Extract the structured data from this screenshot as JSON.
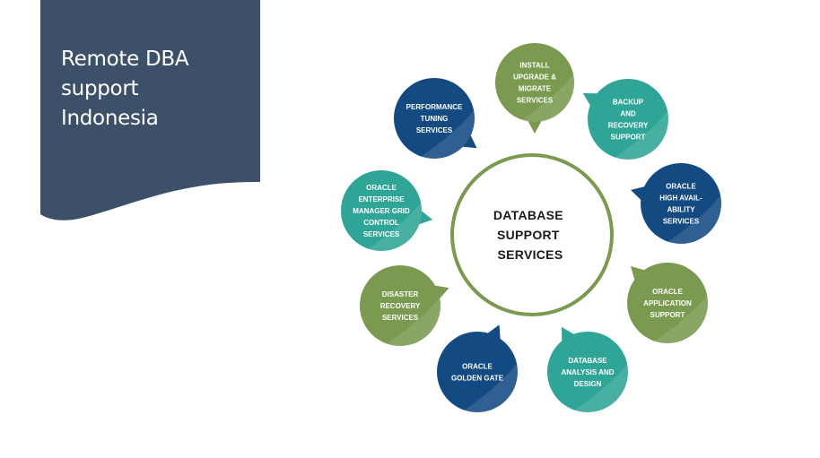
{
  "slide": {
    "title_lines": [
      "Remote DBA",
      "support",
      "Indonesia"
    ]
  },
  "diagram": {
    "center": {
      "lines": [
        "DATABASE",
        "SUPPORT",
        " SERVICES"
      ],
      "ring_color": "#7a9a4f"
    },
    "colors": {
      "olive": "#7a9a4f",
      "teal": "#2fa597",
      "navy": "#144a82",
      "panel": "#3d5069"
    },
    "nodes": [
      {
        "id": "install-upgrade-migrate",
        "lines": [
          "INSTALL",
          "UPGRADE &",
          "MIGRATE",
          "SERVICES"
        ],
        "color": "olive"
      },
      {
        "id": "backup-recovery",
        "lines": [
          "BACKUP",
          "AND",
          "RECOVERY",
          "SUPPORT"
        ],
        "color": "teal"
      },
      {
        "id": "high-availability",
        "lines": [
          "ORACLE",
          "HIGH AVAIL-",
          "ABILITY",
          "SERVICES"
        ],
        "color": "navy"
      },
      {
        "id": "application-support",
        "lines": [
          "ORACLE",
          "APPLICATION",
          "SUPPORT"
        ],
        "color": "olive"
      },
      {
        "id": "analysis-design",
        "lines": [
          "DATABASE",
          "ANALYSIS AND",
          "DESIGN"
        ],
        "color": "teal"
      },
      {
        "id": "golden-gate",
        "lines": [
          "ORACLE",
          "GOLDEN GATE"
        ],
        "color": "navy"
      },
      {
        "id": "disaster-recovery",
        "lines": [
          "DISASTER",
          "RECOVERY",
          "SERVICES"
        ],
        "color": "olive"
      },
      {
        "id": "enterprise-manager",
        "lines": [
          "ORACLE",
          "ENTERPRISE",
          "MANAGER GRID",
          "CONTROL",
          "SERVICES"
        ],
        "color": "teal"
      },
      {
        "id": "performance-tuning",
        "lines": [
          "PERFORMANCE",
          "TUNING",
          "SERVICES"
        ],
        "color": "navy"
      }
    ]
  }
}
